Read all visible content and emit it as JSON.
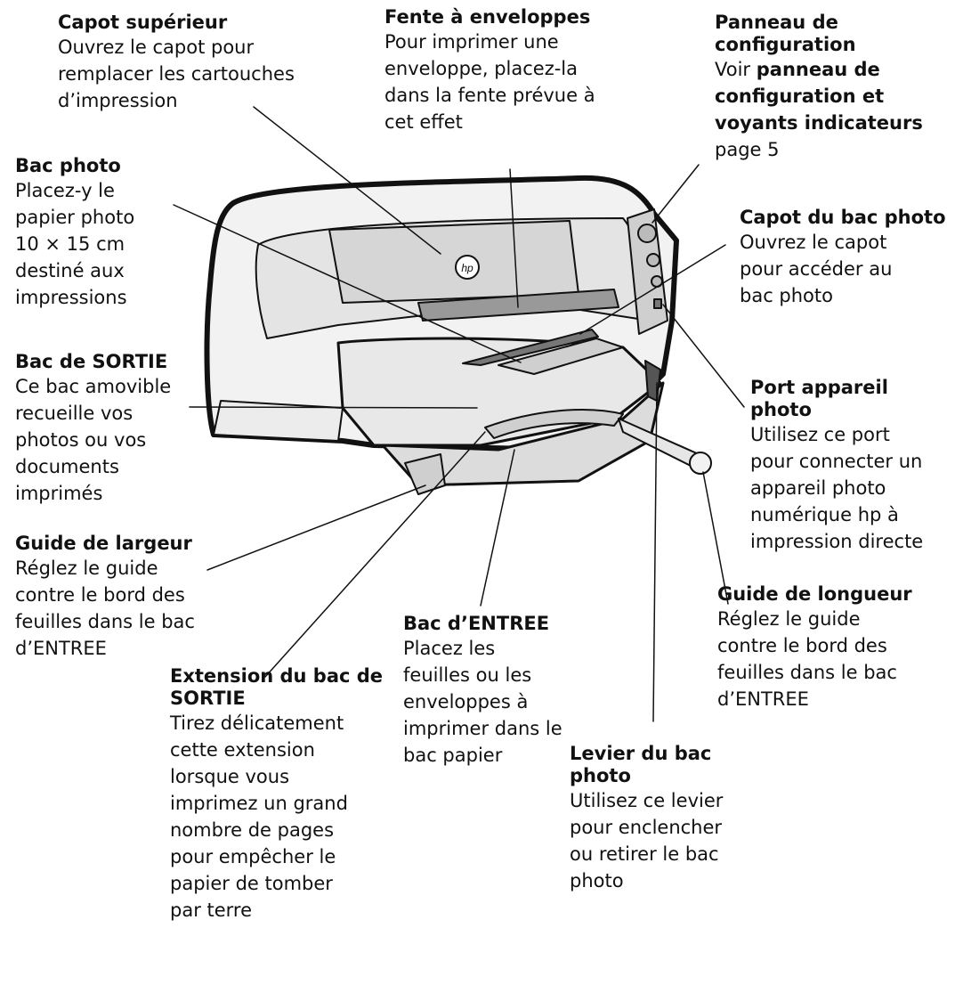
{
  "callouts": {
    "top_cover": {
      "title": "Capot supérieur",
      "body": "Ouvrez le capot pour\nremplacer les cartouches\nd’impression"
    },
    "envelope_slot": {
      "title": "Fente à enveloppes",
      "body": "Pour imprimer une\nenveloppe, placez-la\ndans la fente prévue à\ncet effet"
    },
    "control_panel": {
      "title": "Panneau de\nconfiguration",
      "body_prefix": "Voir ",
      "body_bold": "panneau de\nconfiguration et\nvoyants indicateurs",
      "body_suffix": "\npage 5"
    },
    "photo_tray": {
      "title": "Bac photo",
      "body": "Placez-y le\npapier photo\n10 × 15 cm\ndestiné aux\nimpressions"
    },
    "photo_tray_cover": {
      "title": "Capot du bac photo",
      "body": "Ouvrez le capot\npour accéder au\nbac photo"
    },
    "output_tray": {
      "title": "Bac de SORTIE",
      "body": "Ce bac amovible\nrecueille vos\nphotos ou vos\ndocuments\nimprimés"
    },
    "camera_port": {
      "title": "Port appareil\nphoto",
      "body": "Utilisez ce port\npour connecter un\nappareil photo\nnumérique hp à\nimpression directe"
    },
    "width_guide": {
      "title": "Guide de largeur",
      "body": "Réglez le guide\ncontre le bord des\nfeuilles dans le bac\nd’ENTREE"
    },
    "length_guide": {
      "title": "Guide de longueur",
      "body": "Réglez le guide\ncontre le bord des\nfeuilles dans le bac\nd’ENTREE"
    },
    "input_tray": {
      "title": "Bac d’ENTREE",
      "body": "Placez les\nfeuilles ou les\nenveloppes à\nimprimer dans le\nbac papier"
    },
    "output_extension": {
      "title": "Extension du bac de\nSORTIE",
      "body": "Tirez délicatement\ncette extension\nlorsque vous\nimprimez un grand\nnombre de pages\npour empêcher le\npapier de tomber\npar terre"
    },
    "photo_lever": {
      "title": "Levier du bac\nphoto",
      "body": "Utilisez ce levier\npour enclencher\nou retirer le bac\nphoto"
    }
  },
  "printer": {
    "logo_text": "hp"
  }
}
